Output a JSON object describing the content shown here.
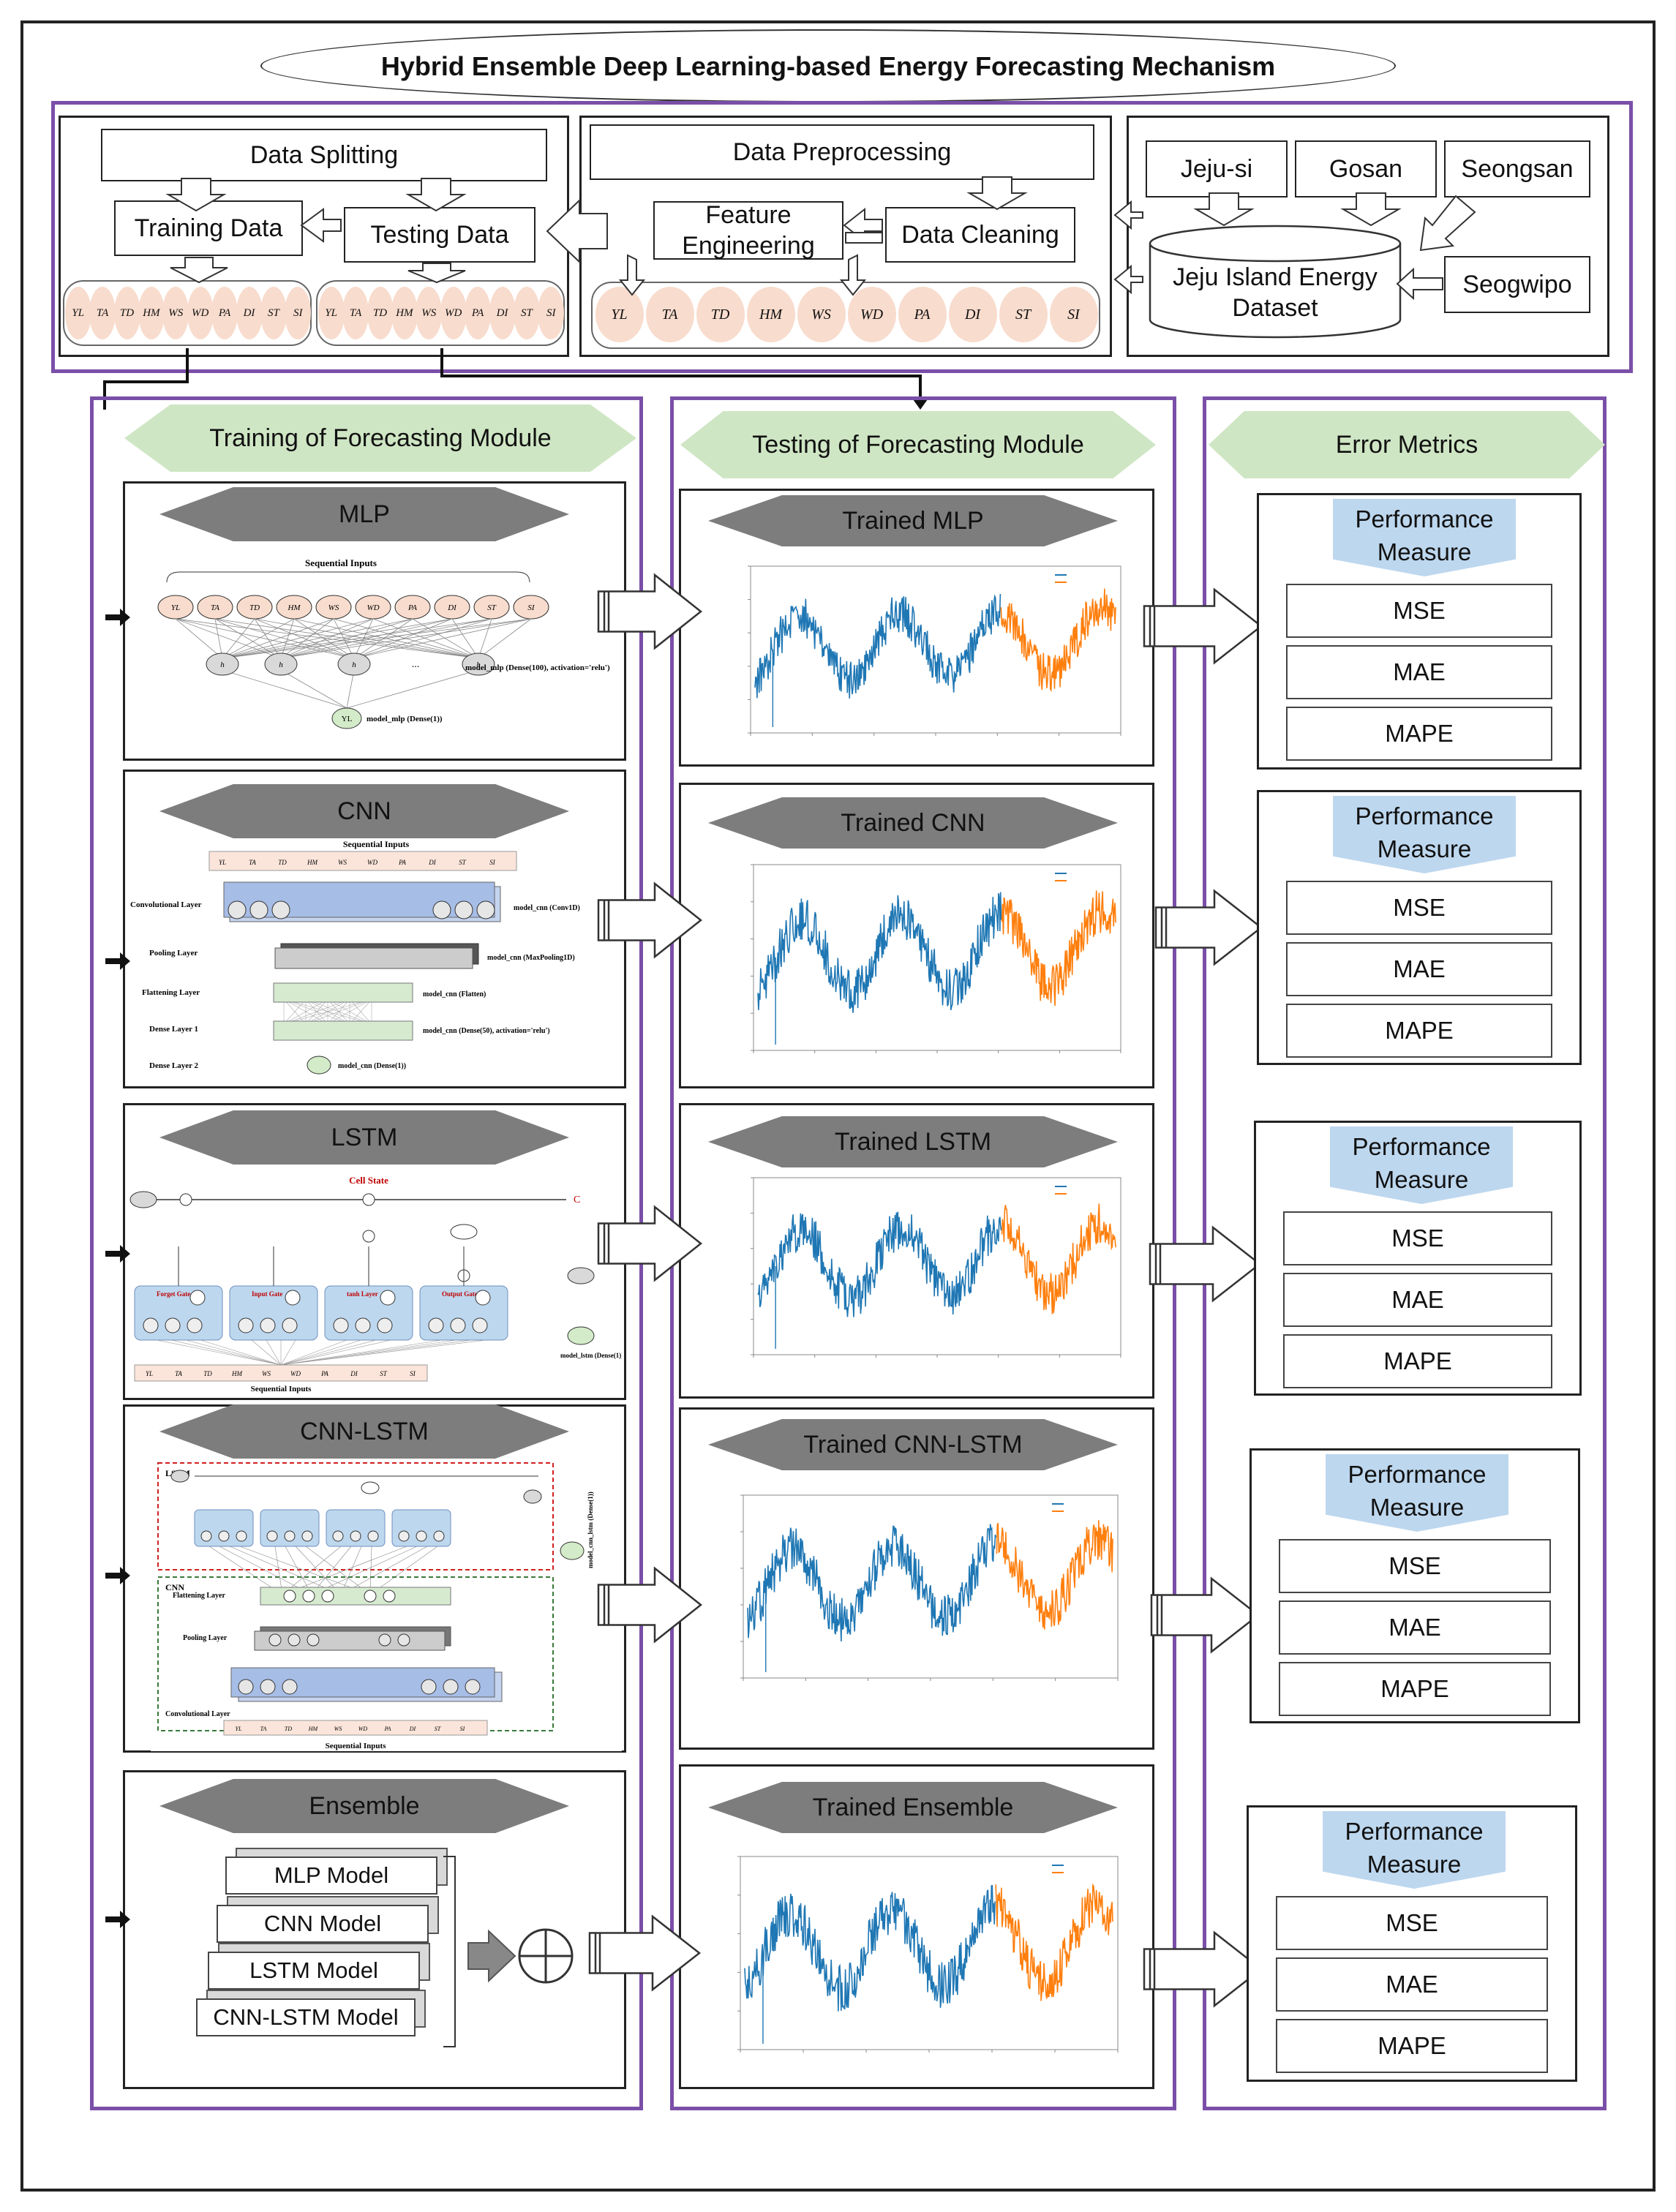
{
  "title": "Hybrid Ensemble Deep Learning-based Energy Forecasting Mechanism",
  "top": {
    "splitting": {
      "title": "Data Splitting",
      "training": "Training Data",
      "testing": "Testing Data"
    },
    "preprocessing": {
      "title": "Data Preprocessing",
      "feature": "Feature Engineering",
      "cleaning": "Data Cleaning"
    },
    "sources": {
      "jeju_si": "Jeju-si",
      "gosan": "Gosan",
      "seongsan": "Seongsan",
      "seogwipo": "Seogwipo",
      "dataset": "Jeju Island Energy Dataset"
    },
    "features": [
      "YL",
      "TA",
      "TD",
      "HM",
      "WS",
      "WD",
      "PA",
      "DI",
      "ST",
      "SI"
    ]
  },
  "columns": {
    "training": "Training of Forecasting Module",
    "testing": "Testing of Forecasting Module",
    "metrics": "Error Metrics"
  },
  "models": [
    {
      "name": "MLP",
      "trained": "Trained MLP"
    },
    {
      "name": "CNN",
      "trained": "Trained CNN"
    },
    {
      "name": "LSTM",
      "trained": "Trained LSTM"
    },
    {
      "name": "CNN-LSTM",
      "trained": "Trained CNN-LSTM"
    },
    {
      "name": "Ensemble",
      "trained": "Trained Ensemble"
    }
  ],
  "ensemble_models": [
    "MLP Model",
    "CNN Model",
    "LSTM Model",
    "CNN-LSTM Model"
  ],
  "metric_title": "Performance Measure",
  "metrics": [
    "MSE",
    "MAE",
    "MAPE"
  ],
  "mlp_fig": {
    "inputs": "Sequential Inputs",
    "hidden": "model_mlp (Dense(100), activation='relu')",
    "output": "model_mlp (Dense(1))"
  },
  "cnn_fig": {
    "inputs": "Sequential Inputs",
    "layers": [
      "Convolutional Layer",
      "Pooling Layer",
      "Flattening Layer",
      "Dense Layer 1",
      "Dense Layer 2"
    ],
    "ops": [
      "model_cnn (Conv1D)",
      "model_cnn (MaxPooling1D)",
      "model_cnn (Flatten)",
      "model_cnn (Dense(50), activation='relu')",
      "model_cnn (Dense(1))"
    ]
  },
  "lstm_fig": {
    "cell_state": "Cell State",
    "gates": [
      "Forget Gate",
      "Input Gate",
      "tanh Layer",
      "Output Gate"
    ],
    "output": "model_lstm (Dense(1))",
    "inputs": "Sequential Inputs"
  },
  "cnnlstm_fig": {
    "lstm": "LSTM",
    "cnn": "CNN",
    "layers": [
      "Flattening Layer",
      "Pooling Layer",
      "Convolutional Layer"
    ],
    "output": "model_cnn_lstm (Dense(1))",
    "inputs": "Sequential Inputs"
  },
  "colors": {
    "purple": "#7a4fa8",
    "actual": "#1f77b4",
    "predicted": "#ff7f0e",
    "hex_green": "#cfe6c4",
    "hex_gray": "#7d7d7d",
    "pm_blue": "#bdd7ee",
    "pill": "#f8dccd"
  }
}
